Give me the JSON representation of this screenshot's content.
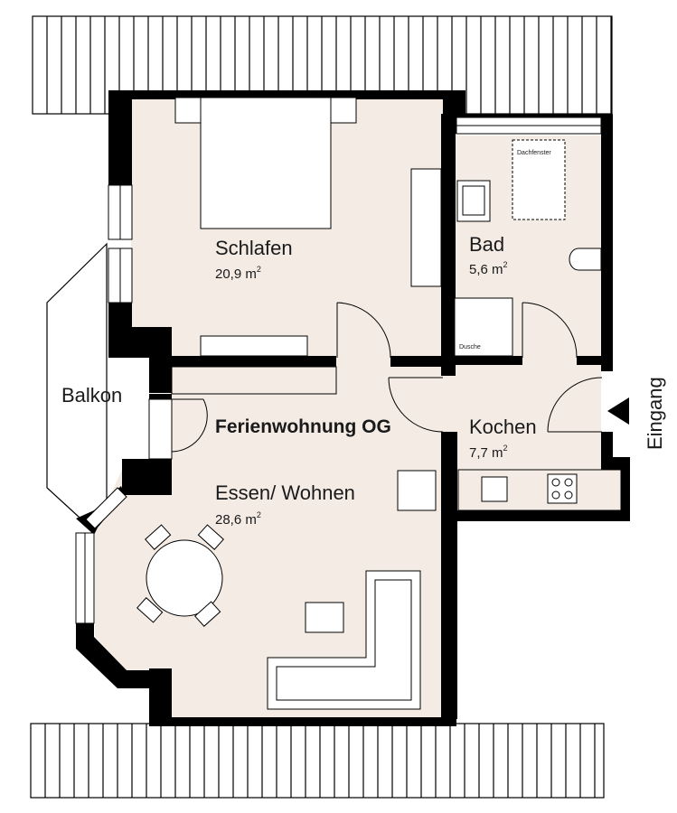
{
  "plan_title": "Ferienwohnung OG",
  "rooms": {
    "schlafen": {
      "name": "Schlafen",
      "area_value": "20,9 m",
      "area_sup": "2"
    },
    "bad": {
      "name": "Bad",
      "area_value": "5,6 m",
      "area_sup": "2"
    },
    "kochen": {
      "name": "Kochen",
      "area_value": "7,7 m",
      "area_sup": "2"
    },
    "essen": {
      "name": "Essen/ Wohnen",
      "area_value": "28,6 m",
      "area_sup": "2"
    },
    "balkon": {
      "name": "Balkon"
    }
  },
  "annotations": {
    "dachfenster": "Dachfenster",
    "dusche": "Dusche",
    "entrance": "Eingang"
  },
  "colors": {
    "floor": "#f3ebe4",
    "wall": "#000000",
    "background": "#ffffff"
  }
}
